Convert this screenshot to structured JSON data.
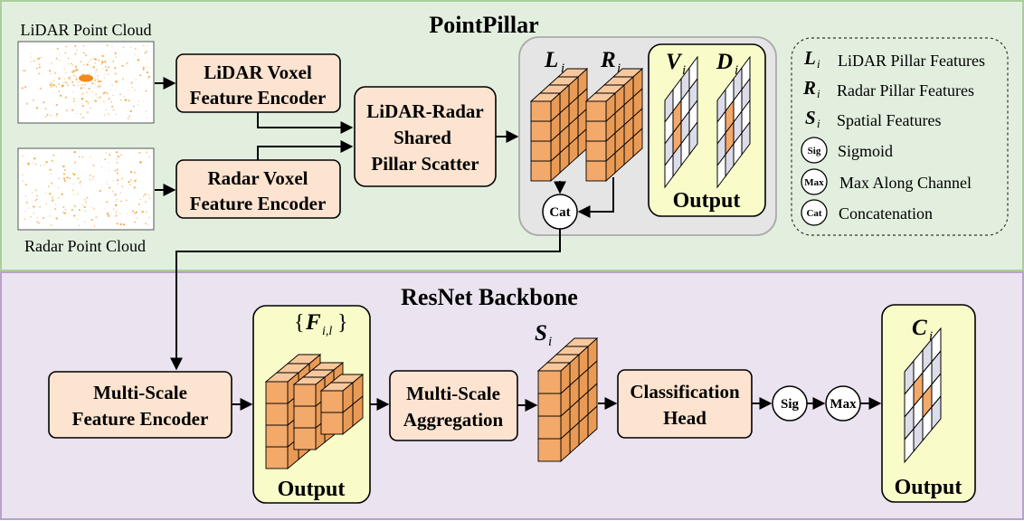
{
  "colors": {
    "pointpillar_bg": "#e2efdf",
    "pointpillar_border": "#a9cf9f",
    "resnet_bg": "#ebe3f0",
    "resnet_border": "#b8a2c7",
    "box_fill": "#fde4d0",
    "output_fill": "#f9fcc9",
    "panel_fill": "#e5e5e5",
    "cube_front": "#f3a96a",
    "cube_top": "#f8c89c",
    "cube_side": "#e99a55",
    "grid_highlight": "#f3a96a",
    "grid_light": "#dcdde8"
  },
  "top_section": {
    "title": "PointPillar"
  },
  "bottom_section": {
    "title": "ResNet Backbone"
  },
  "inputs": {
    "lidar_label": "LiDAR Point Cloud",
    "radar_label": "Radar Point Cloud"
  },
  "boxes": {
    "lidar_encoder": [
      "LiDAR Voxel",
      "Feature Encoder"
    ],
    "radar_encoder": [
      "Radar Voxel",
      "Feature Encoder"
    ],
    "scatter": [
      "LiDAR-Radar",
      "Shared",
      "Pillar Scatter"
    ],
    "msfe": [
      "Multi-Scale",
      "Feature Encoder"
    ],
    "msa": [
      "Multi-Scale",
      "Aggregation"
    ],
    "cls_head": [
      "Classification",
      "Head"
    ]
  },
  "symbols": {
    "L": "L",
    "R": "R",
    "V": "V",
    "D": "D",
    "S": "S",
    "C": "C",
    "F": "F",
    "sub_i": "i",
    "sub_il": "i,l",
    "brace_open": "{",
    "brace_close": "}"
  },
  "output_label": "Output",
  "circles": {
    "cat": "Cat",
    "sig": "Sig",
    "max": "Max"
  },
  "legend": [
    {
      "symbol": "L",
      "sub": "i",
      "text": "LiDAR Pillar Features"
    },
    {
      "symbol": "R",
      "sub": "i",
      "text": "Radar Pillar Features"
    },
    {
      "symbol": "S",
      "sub": "i",
      "text": "Spatial Features"
    },
    {
      "circle": "Sig",
      "text": "Sigmoid"
    },
    {
      "circle": "Max",
      "text": "Max Along Channel"
    },
    {
      "circle": "Cat",
      "text": "Concatenation"
    }
  ]
}
